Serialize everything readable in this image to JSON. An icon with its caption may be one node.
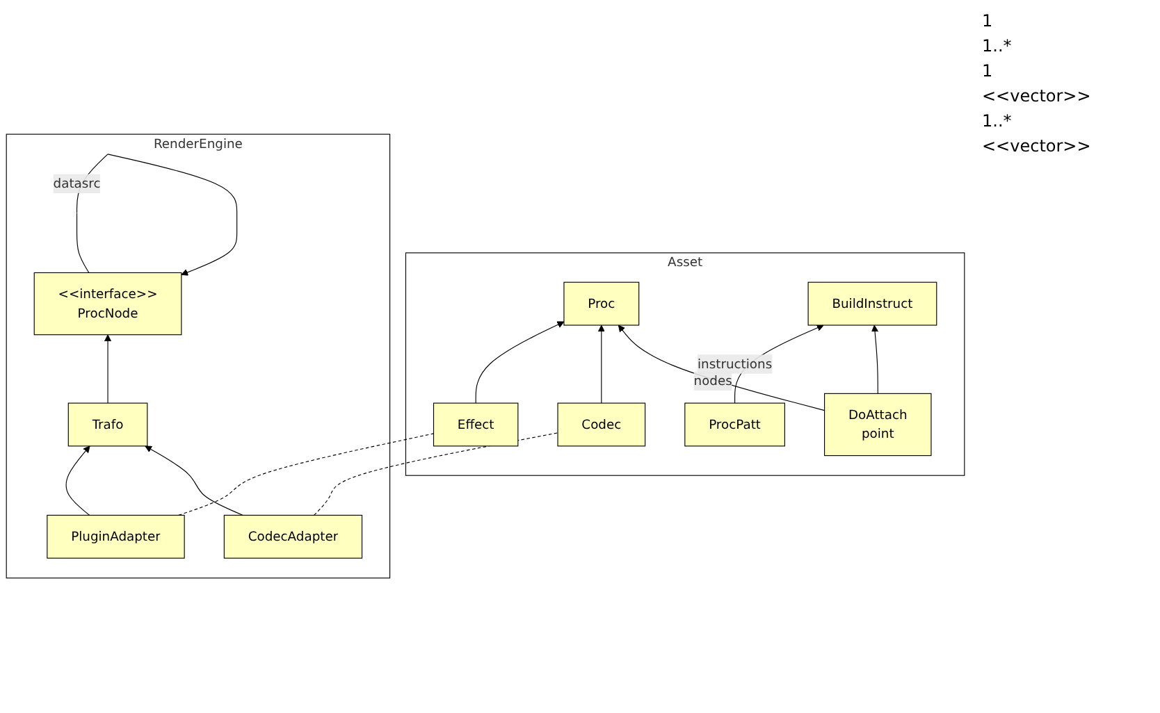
{
  "diagram": {
    "nodes": [
      {
        "text": [
          "RenderEngine"
        ]
      },
      {
        "text": [
          "<<interface>>",
          "ProcNode"
        ],
        "in": 0
      },
      {
        "text": [
          "Trafo"
        ],
        "in": 0
      },
      {
        "text": [
          "PluginAdapter"
        ],
        "in": 0
      },
      {
        "text": [
          "CodecAdapter"
        ],
        "in": 0
      },
      {
        "text": [
          "Asset"
        ]
      },
      {
        "text": [
          "Proc"
        ],
        "in": 5
      },
      {
        "text": [
          "Effect"
        ],
        "in": 5
      },
      {
        "text": [
          "Codec"
        ],
        "in": 5
      },
      {
        "text": [
          "ProcPatt"
        ],
        "in": 5
      },
      {
        "text": [
          "BuildInstruct"
        ],
        "in": 5
      },
      {
        "text": [
          "DoAttach",
          "point"
        ],
        "in": 5
      }
    ],
    "edges": [
      {
        "from": 1,
        "to": 1,
        "arrow": "to",
        "label": "datasrc"
      },
      {
        "from": 2,
        "to": 1,
        "arrow": "to"
      },
      {
        "from": 3,
        "to": 2,
        "arrow": "to"
      },
      {
        "from": 4,
        "to": 2,
        "arrow": "to"
      },
      {
        "from": 3,
        "to": 7,
        "arrow": "none",
        "style": "dashed"
      },
      {
        "from": 4,
        "to": 8,
        "arrow": "none",
        "style": "dashed"
      },
      {
        "from": 7,
        "to": 6,
        "arrow": "to"
      },
      {
        "from": 8,
        "to": 6,
        "arrow": "to"
      },
      {
        "from": 11,
        "to": 6,
        "arrow": "to",
        "label": "nodes"
      },
      {
        "from": 9,
        "to": 10,
        "arrow": "to",
        "label": "instructions"
      },
      {
        "from": 11,
        "to": 10,
        "arrow": "to"
      }
    ],
    "labels": [
      "1",
      "1..*",
      "1",
      "<<vector>>",
      "1..*",
      "<<vector>>"
    ]
  }
}
